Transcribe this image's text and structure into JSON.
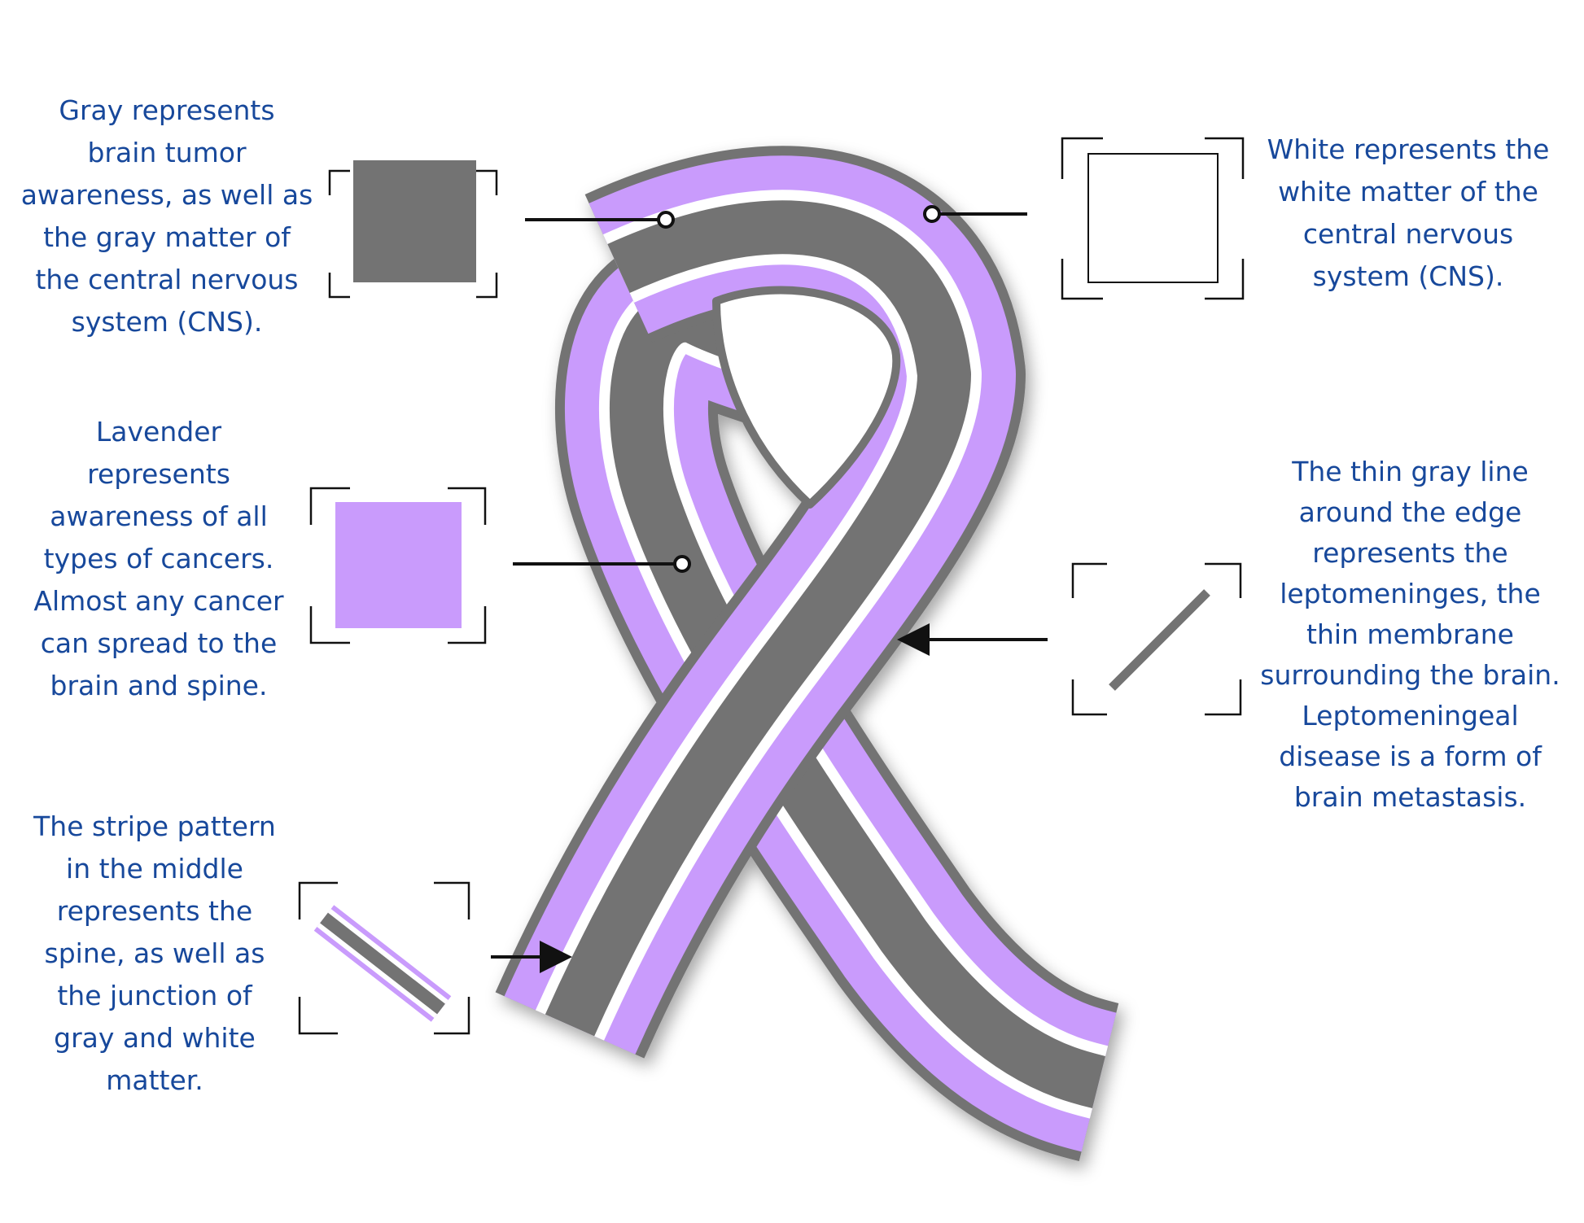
{
  "captions": {
    "gray": "Gray represents\nbrain tumor\nawareness, as well as\nthe gray matter of\nthe central nervous\nsystem (CNS).",
    "white": "White represents the\nwhite matter of the\ncentral nervous\nsystem (CNS).",
    "lavender": "Lavender\nrepresents\nawareness of all\ntypes of cancers.\nAlmost any cancer\ncan spread to the\nbrain and spine.",
    "edge": "The thin gray line\naround the edge\nrepresents the\nleptomeninges, the\nthin membrane\nsurrounding the brain.\nLeptomeningeal\ndisease is a form of\nbrain metastasis.",
    "stripe": "The stripe pattern\nin the middle\nrepresents the\nspine, as well as\nthe junction of\ngray and white\nmatter."
  },
  "colors": {
    "gray": "#737373",
    "lavender": "#c99bfc",
    "white": "#ffffff",
    "text": "#17489b",
    "line": "#111111"
  }
}
